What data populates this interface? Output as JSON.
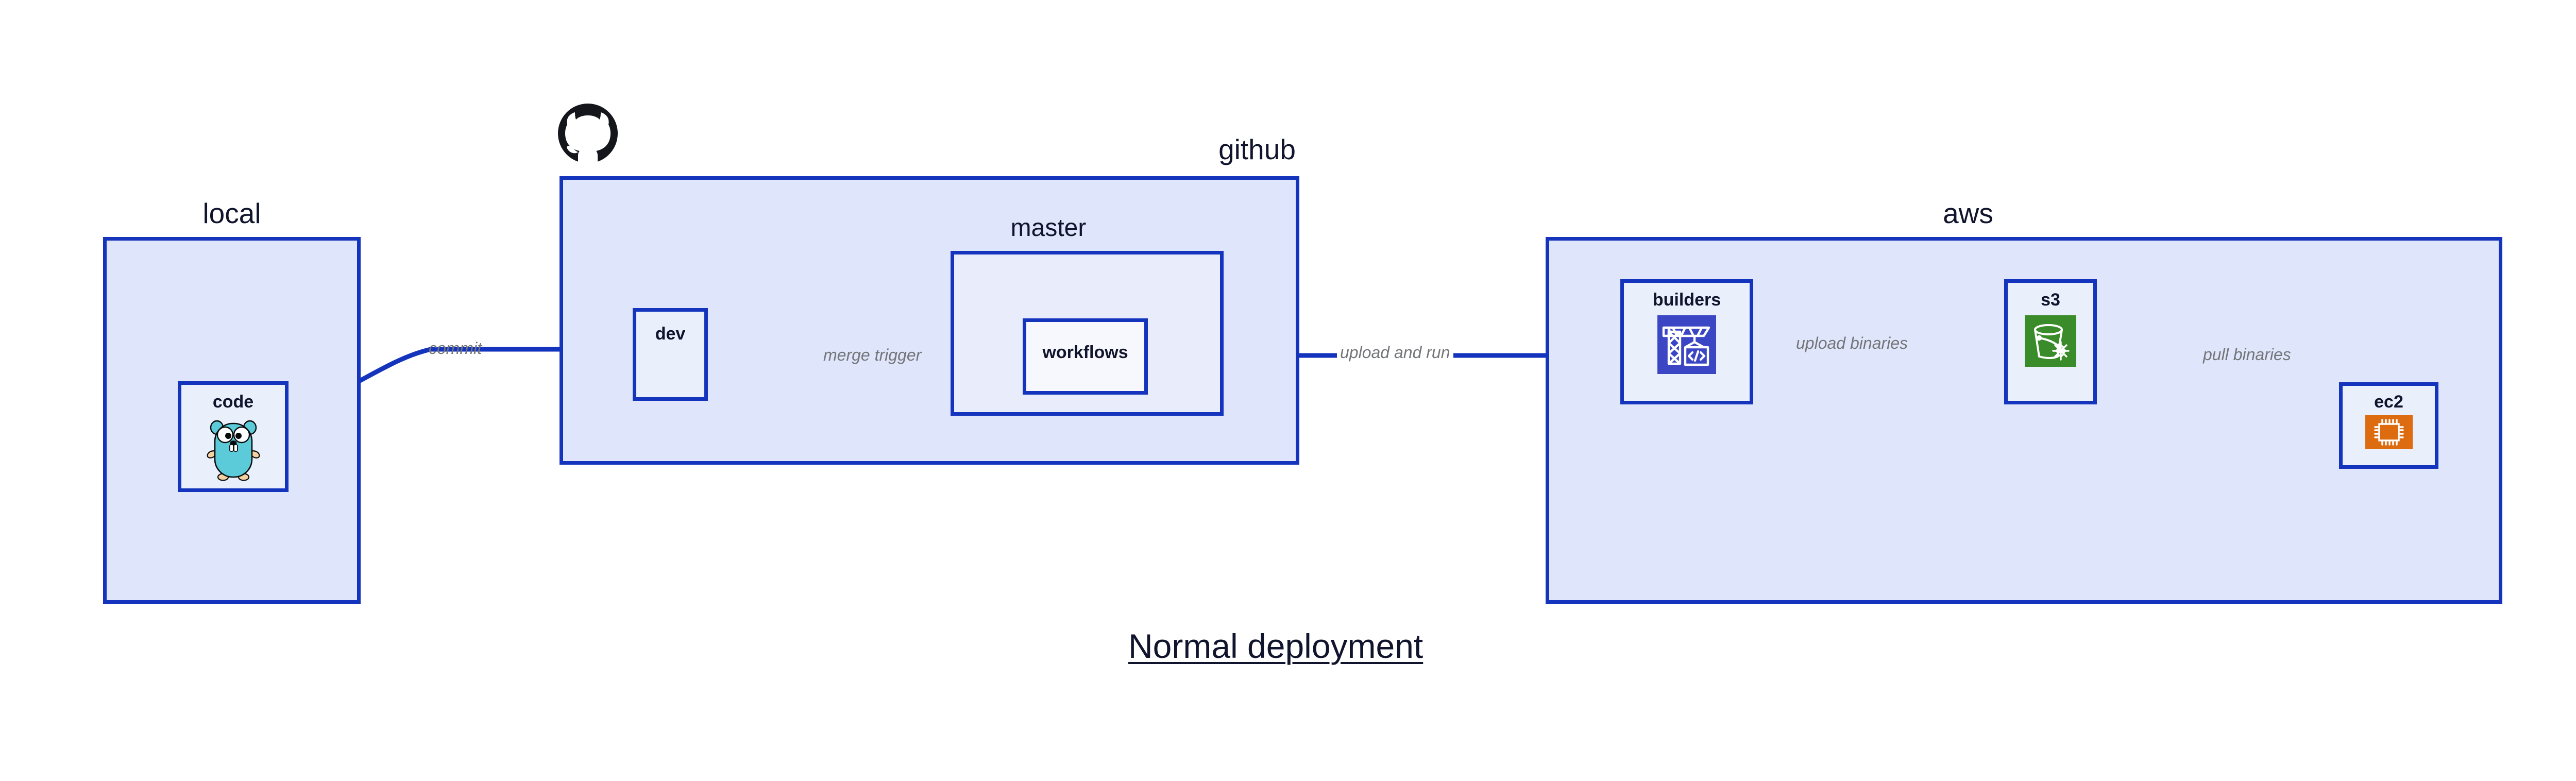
{
  "title": "Normal deployment",
  "colors": {
    "border": "#1434bd",
    "zone_fill": "#dfe5fa",
    "subzone_fill": "#e9edfb",
    "node_fill": "#eaeffc",
    "node_fill_light": "#f6f8fe",
    "label_text": "#10142c",
    "edge_text": "#737579",
    "builders_icon": "#3b46c4",
    "s3_icon": "#3a8b29",
    "ec2_icon": "#dd6b10",
    "github_mark": "#14161c",
    "gopher_body": "#5bcbd9",
    "gopher_limb": "#f6d2a2"
  },
  "zones": [
    {
      "id": "local",
      "label": "local",
      "nodes": [
        {
          "id": "code",
          "label": "code",
          "icon": "go-gopher-icon"
        }
      ]
    },
    {
      "id": "github",
      "label": "github",
      "mark": "github-octocat-icon",
      "nodes": [
        {
          "id": "dev",
          "label": "dev",
          "icon": null
        }
      ],
      "subzones": [
        {
          "id": "master",
          "label": "master",
          "nodes": [
            {
              "id": "workflows",
              "label": "workflows",
              "icon": null
            }
          ]
        }
      ]
    },
    {
      "id": "aws",
      "label": "aws",
      "nodes": [
        {
          "id": "builders",
          "label": "builders",
          "icon": "crane-code-icon"
        },
        {
          "id": "s3",
          "label": "s3",
          "icon": "s3-bucket-icon"
        },
        {
          "id": "ec2",
          "label": "ec2",
          "icon": "cpu-chip-icon"
        }
      ]
    }
  ],
  "edges": [
    {
      "id": "commit",
      "label": "commit",
      "from": "code",
      "to": "dev"
    },
    {
      "id": "merge-trigger",
      "label": "merge trigger",
      "from": "dev",
      "to": "workflows"
    },
    {
      "id": "upload-and-run",
      "label": "upload and run",
      "from": "workflows",
      "to": "builders"
    },
    {
      "id": "upload-binaries",
      "label": "upload binaries",
      "from": "builders",
      "to": "s3"
    },
    {
      "id": "pull-binaries",
      "label": "pull binaries",
      "from": "s3",
      "to": "ec2"
    }
  ]
}
